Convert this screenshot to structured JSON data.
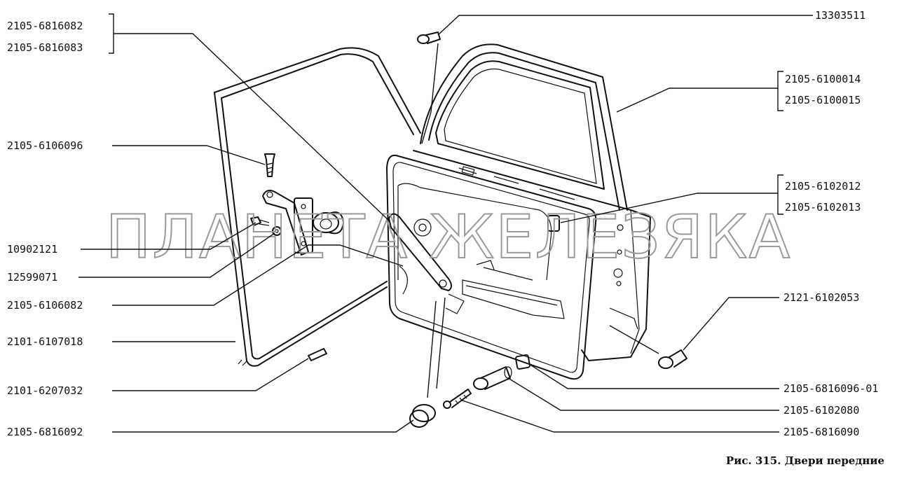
{
  "callouts": [
    {
      "id": "c1",
      "text": "2105-6816082"
    },
    {
      "id": "c2",
      "text": "2105-6816083"
    },
    {
      "id": "c3",
      "text": "2105-6106096"
    },
    {
      "id": "c4",
      "text": "10902121"
    },
    {
      "id": "c5",
      "text": "12599071"
    },
    {
      "id": "c6",
      "text": "2105-6106082"
    },
    {
      "id": "c7",
      "text": "2101-6107018"
    },
    {
      "id": "c8",
      "text": "2101-6207032"
    },
    {
      "id": "c9",
      "text": "2105-6816092"
    },
    {
      "id": "c10",
      "text": "13303511"
    },
    {
      "id": "c11",
      "text": "2105-6100014"
    },
    {
      "id": "c12",
      "text": "2105-6100015"
    },
    {
      "id": "c13",
      "text": "2105-6102012"
    },
    {
      "id": "c14",
      "text": "2105-6102013"
    },
    {
      "id": "c15",
      "text": "2121-6102053"
    },
    {
      "id": "c16",
      "text": "2105-6816096-01"
    },
    {
      "id": "c17",
      "text": "2105-6102080"
    },
    {
      "id": "c18",
      "text": "2105-6816090"
    }
  ],
  "caption": "Рис. 315. Двери передние",
  "watermark": "ПЛАНЕТА ЖЕЛЕЗЯКА"
}
